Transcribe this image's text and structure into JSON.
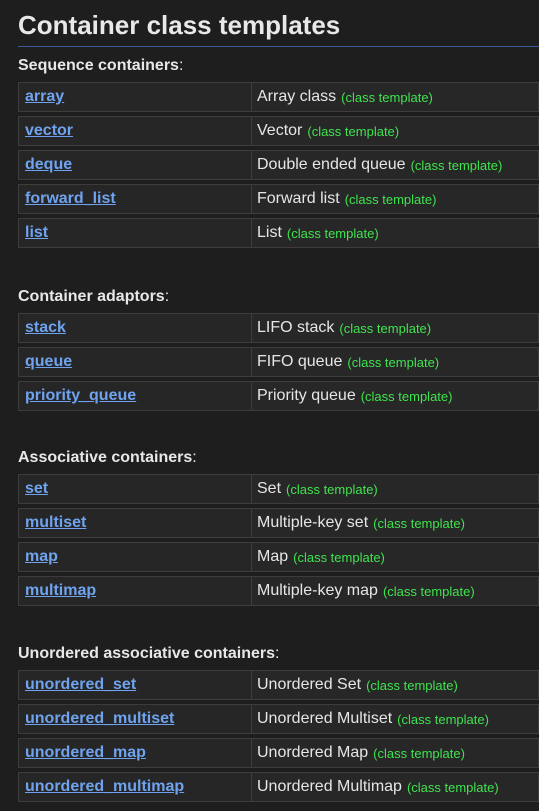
{
  "page": {
    "title": "Container class templates"
  },
  "sections": [
    {
      "heading": "Sequence containers",
      "rows": [
        {
          "name": "array",
          "desc": "Array class",
          "tag": "(class template)"
        },
        {
          "name": "vector",
          "desc": "Vector",
          "tag": "(class template)"
        },
        {
          "name": "deque",
          "desc": "Double ended queue",
          "tag": "(class template)"
        },
        {
          "name": "forward_list",
          "desc": "Forward list",
          "tag": "(class template)"
        },
        {
          "name": "list",
          "desc": "List",
          "tag": "(class template)"
        }
      ]
    },
    {
      "heading": "Container adaptors",
      "rows": [
        {
          "name": "stack",
          "desc": "LIFO stack",
          "tag": "(class template)"
        },
        {
          "name": "queue",
          "desc": "FIFO queue",
          "tag": "(class template)"
        },
        {
          "name": "priority_queue",
          "desc": "Priority queue",
          "tag": "(class template)"
        }
      ]
    },
    {
      "heading": "Associative containers",
      "rows": [
        {
          "name": "set",
          "desc": "Set",
          "tag": "(class template)"
        },
        {
          "name": "multiset",
          "desc": "Multiple-key set",
          "tag": "(class template)"
        },
        {
          "name": "map",
          "desc": "Map",
          "tag": "(class template)"
        },
        {
          "name": "multimap",
          "desc": "Multiple-key map",
          "tag": "(class template)"
        }
      ]
    },
    {
      "heading": "Unordered associative containers",
      "rows": [
        {
          "name": "unordered_set",
          "desc": "Unordered Set",
          "tag": "(class template)"
        },
        {
          "name": "unordered_multiset",
          "desc": "Unordered Multiset",
          "tag": "(class template)"
        },
        {
          "name": "unordered_map",
          "desc": "Unordered Map",
          "tag": "(class template)"
        },
        {
          "name": "unordered_multimap",
          "desc": "Unordered Multimap",
          "tag": "(class template)"
        }
      ]
    }
  ],
  "colors": {
    "background": "#1e1e1e",
    "link": "#6fa3ef",
    "tag": "#3fe34f",
    "rule": "#3c5a99"
  }
}
